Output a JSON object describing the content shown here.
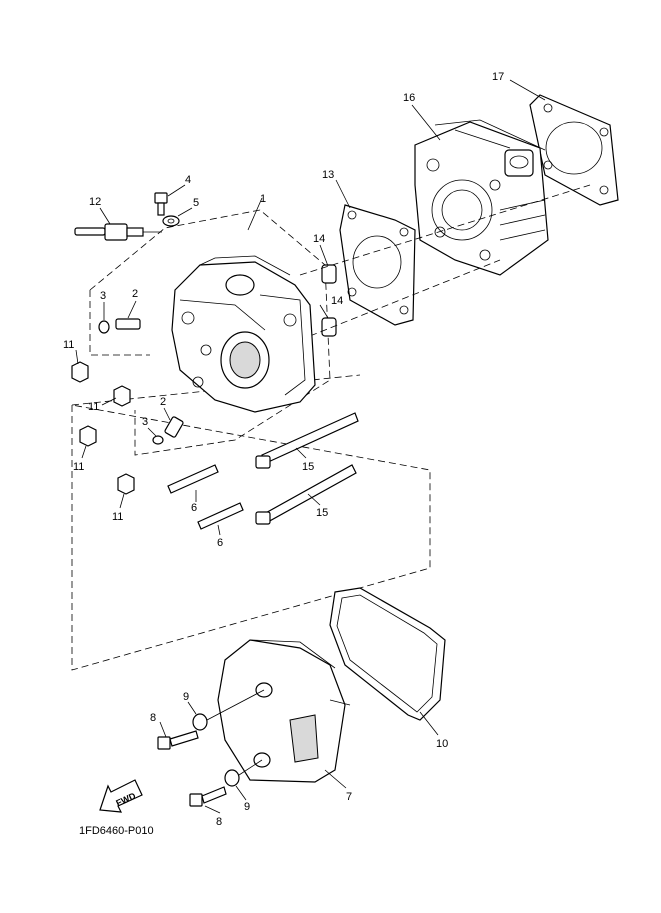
{
  "diagram_code": "1FD6460-P010",
  "fwd_label": "FWD",
  "callouts": {
    "c1": "1",
    "c2a": "2",
    "c2b": "2",
    "c3a": "3",
    "c3b": "3",
    "c4": "4",
    "c5": "5",
    "c6a": "6",
    "c6b": "6",
    "c7": "7",
    "c8a": "8",
    "c8b": "8",
    "c9a": "9",
    "c9b": "9",
    "c10": "10",
    "c11a": "11",
    "c11b": "11",
    "c11c": "11",
    "c11d": "11",
    "c12": "12",
    "c13": "13",
    "c14a": "14",
    "c14b": "14",
    "c15a": "15",
    "c15b": "15",
    "c16": "16",
    "c17": "17"
  }
}
